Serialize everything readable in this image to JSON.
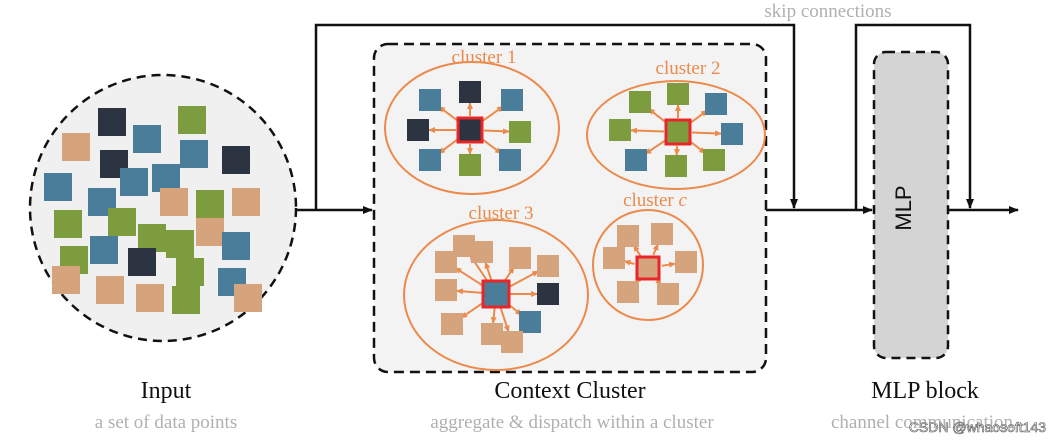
{
  "labels": {
    "skip_connections": "skip connections",
    "cluster_1": "cluster 1",
    "cluster_2": "cluster 2",
    "cluster_3": "cluster 3",
    "cluster_c_prefix": "cluster ",
    "cluster_c_var": "c",
    "mlp": "MLP",
    "input_title": "Input",
    "input_subtitle": "a set of data points",
    "context_title": "Context Cluster",
    "context_subtitle": "aggregate & dispatch within a cluster",
    "mlp_block_title": "MLP block",
    "mlp_block_subtitle": "channel communication",
    "watermark": "CSDN @whaosoft143"
  },
  "colors": {
    "cluster_orange": "#ec8a4c",
    "center_red": "#e8262a",
    "arrow_black": "#111111",
    "context_bg": "#f3f3f3",
    "mlp_fill": "#d4d4d4",
    "subtitle_gray": "#b0b0b0",
    "patch_green": "#7d9c3e",
    "patch_tan": "#d6a47c",
    "patch_blue": "#4a7d9a"
  }
}
